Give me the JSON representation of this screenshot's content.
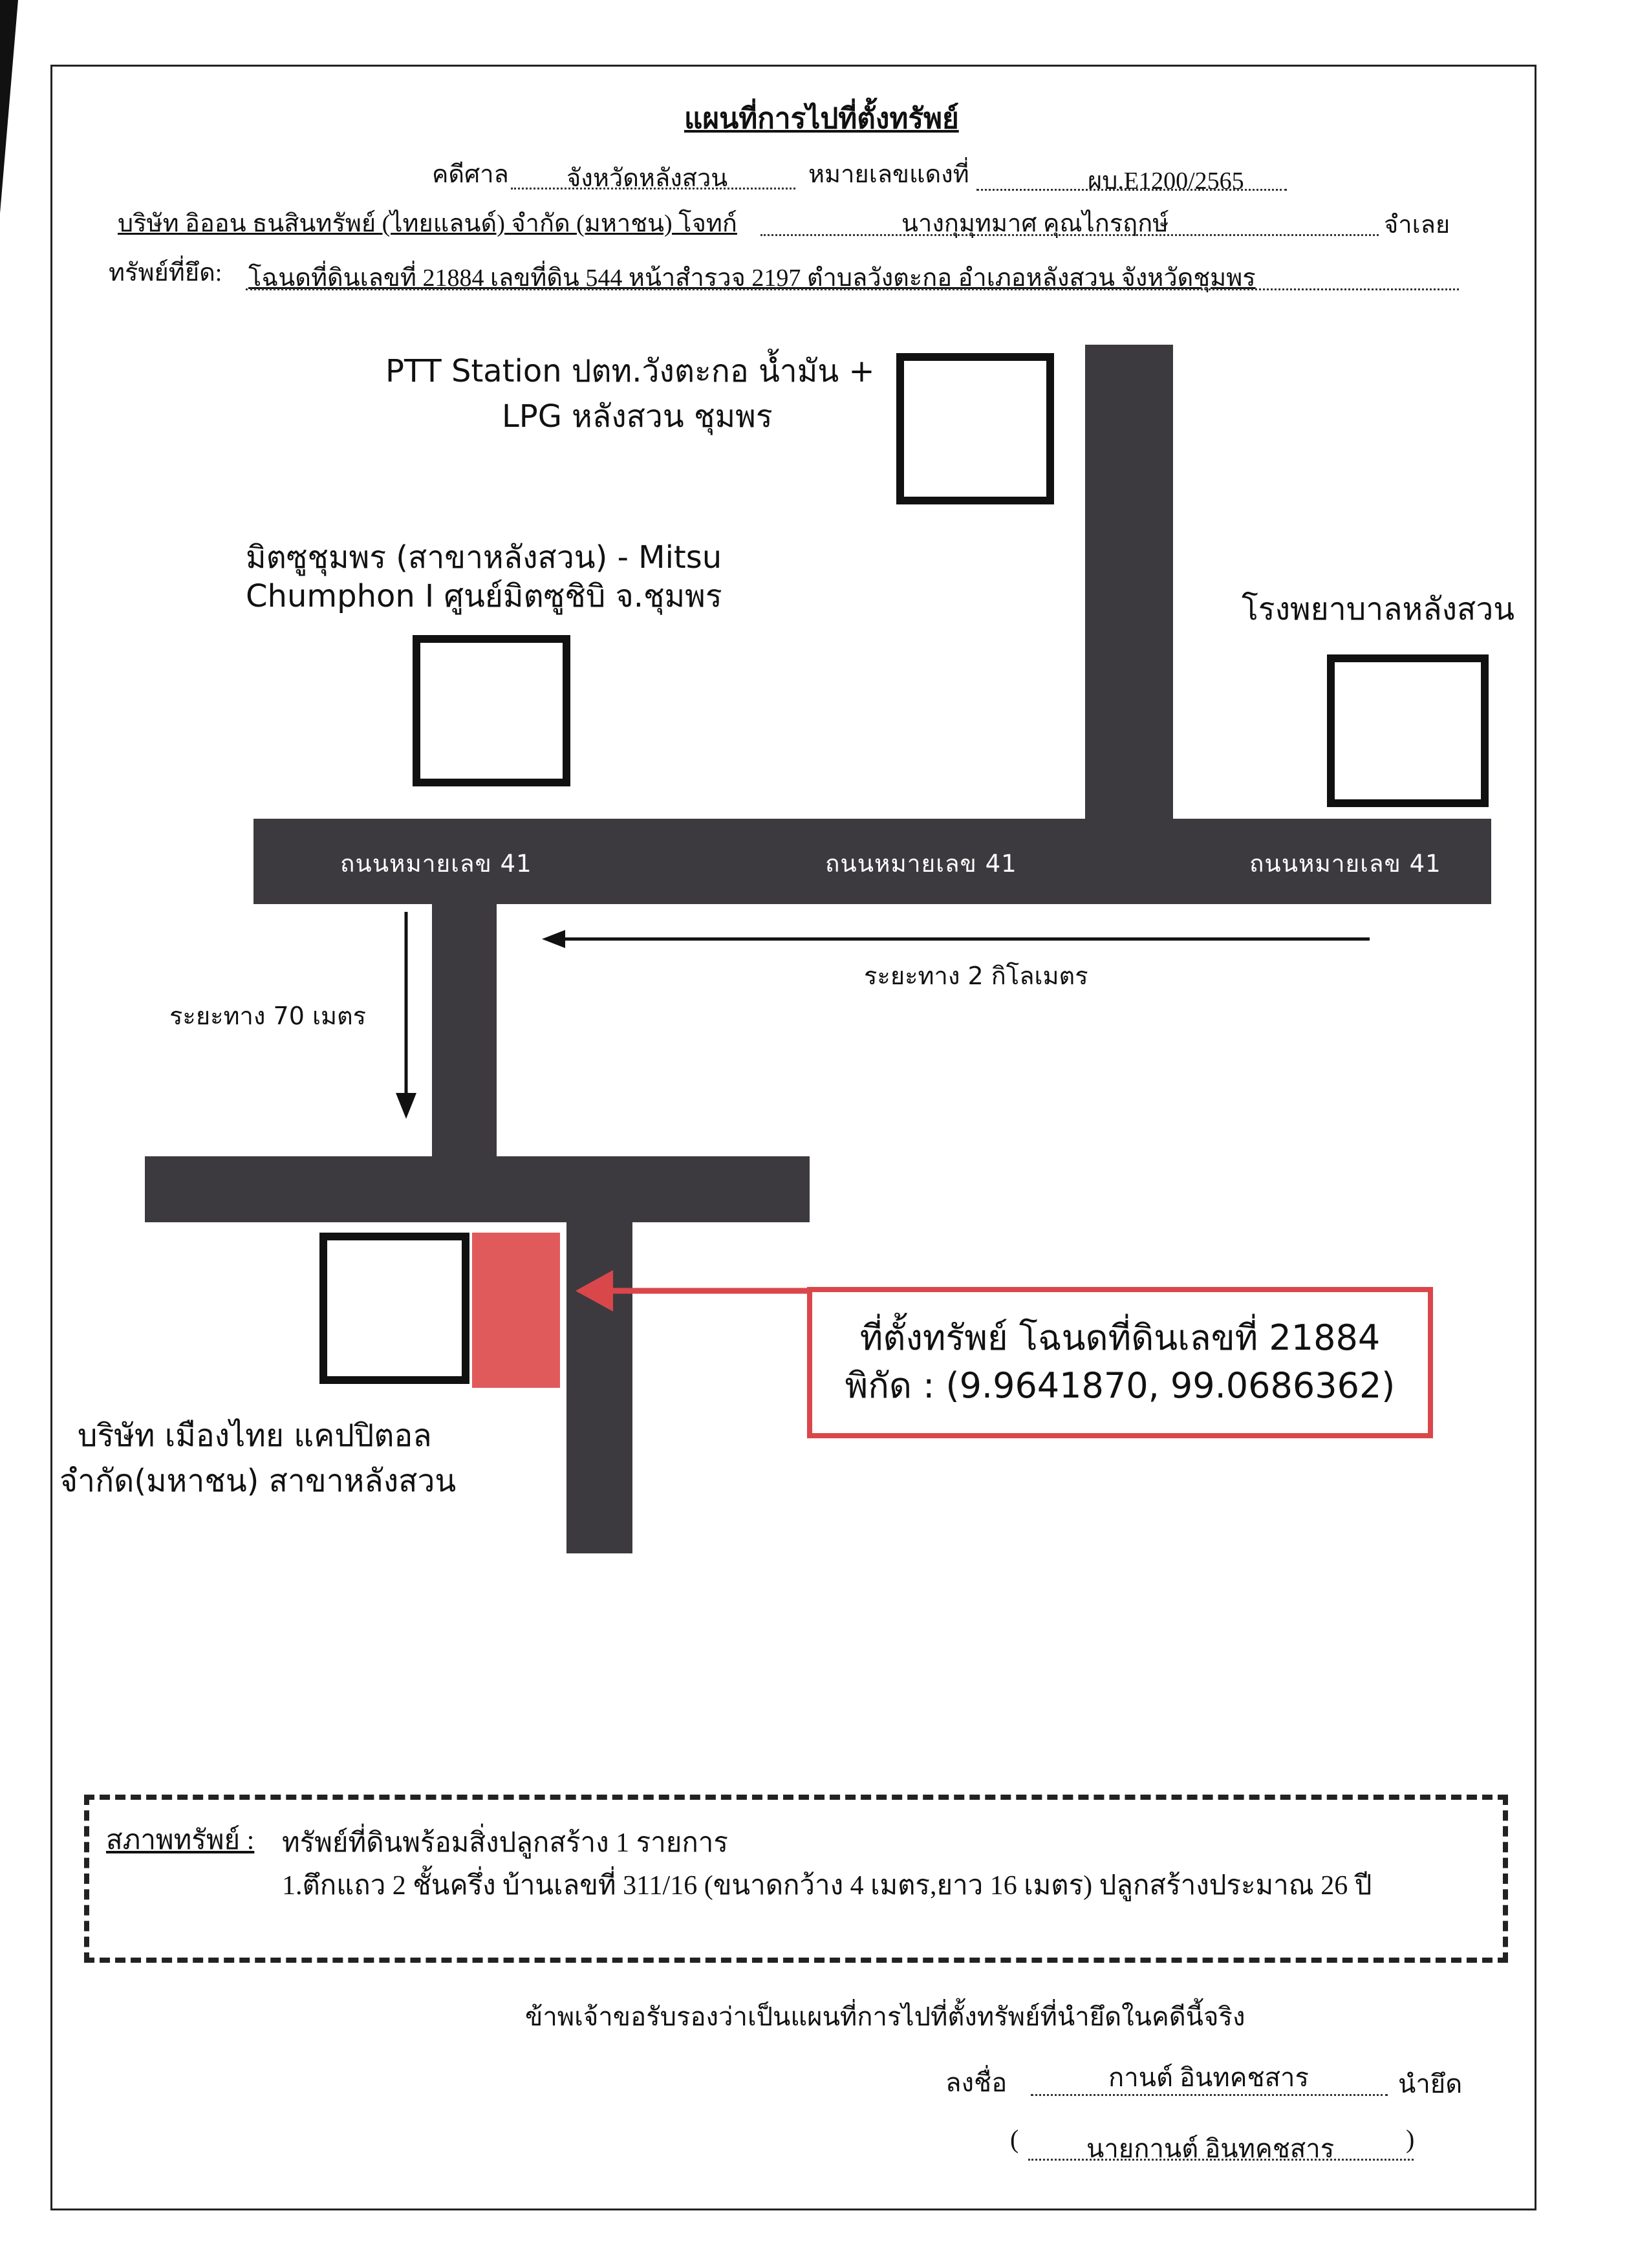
{
  "header": {
    "title": "แผนที่การไปที่ตั้งทรัพย์",
    "court_label": "คดีศาล",
    "court_value": "จังหวัดหลังสวน",
    "case_no_label": "หมายเลขแดงที่",
    "case_no_value": "ผบ.E1200/2565",
    "plaintiff": "บริษัท อิออน ธนสินทรัพย์ (ไทยแลนด์) จำกัด (มหาชน) โจทก์",
    "defendant_value": "นางกุมุทมาศ คุณไกรฤกษ์",
    "defendant_label": "จำเลย",
    "property_label": "ทรัพย์ที่ยึด:",
    "property_value": "โฉนดที่ดินเลขที่ 21884 เลขที่ดิน 544 หน้าสำรวจ 2197 ตำบลวังตะกอ อำเภอหลังสวน จังหวัดชุมพร"
  },
  "map": {
    "landmarks": {
      "ptt_line1": "PTT Station ปตท.วังตะกอ น้ำมัน +",
      "ptt_line2": "LPG หลังสวน ชุมพร",
      "mitsu_line1": "มิตซูชุมพร (สาขาหลังสวน) - Mitsu",
      "mitsu_line2": "Chumphon I ศูนย์มิตซูชิบิ จ.ชุมพร",
      "hospital": "โรงพยาบาลหลังสวน",
      "bank_line1": "บริษัท เมืองไทย แคปปิตอล",
      "bank_line2": "จำกัด(มหาชน) สาขาหลังสวน"
    },
    "road_labels": [
      "ถนนหมายเลข 41",
      "ถนนหมายเลข 41",
      "ถนนหมายเลข 41"
    ],
    "distance_main": "ระยะทาง 2 กิโลเมตร",
    "distance_side": "ระยะทาง 70 เมตร",
    "property_box": {
      "line1": "ที่ตั้งทรัพย์ โฉนดที่ดินเลขที่ 21884",
      "line2": "พิกัด : (9.9641870, 99.0686362)"
    },
    "colors": {
      "road": "#3d3a3f",
      "property_marker": "#e05a5c",
      "highlight": "#d9474b"
    }
  },
  "condition": {
    "label": "สภาพทรัพย์ :",
    "line1": "ทรัพย์ที่ดินพร้อมสิ่งปลูกสร้าง 1 รายการ",
    "line2": "1.ตึกแถว 2 ชั้นครึ่ง บ้านเลขที่ 311/16 (ขนาดกว้าง 4 เมตร,ยาว 16 เมตร) ปลูกสร้างประมาณ 26 ปี"
  },
  "certification": {
    "statement": "ข้าพเจ้าขอรับรองว่าเป็นแผนที่การไปที่ตั้งทรัพย์ที่นำยึดในคดีนี้จริง",
    "sign_label": "ลงชื่อ",
    "signature": "กานต์ อินทคชสาร",
    "role": "นำยึด",
    "open_paren": "(",
    "printed_name": "นายกานต์ อินทคชสาร",
    "close_paren": ")"
  }
}
